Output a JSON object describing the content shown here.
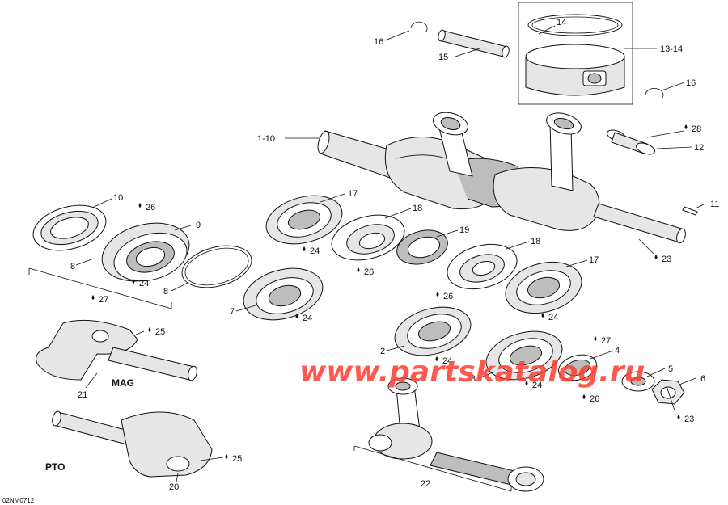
{
  "labels": {
    "l1_10": "1-10",
    "l2": "2",
    "l3": "3",
    "l4": "4",
    "l5": "5",
    "l6": "6",
    "l7": "7",
    "l8a": "8",
    "l8b": "8",
    "l9": "9",
    "l10": "10",
    "l11": "11",
    "l12": "12",
    "l13_14": "13-14",
    "l14": "14",
    "l15": "15",
    "l16a": "16",
    "l16b": "16",
    "l17a": "17",
    "l17b": "17",
    "l18a": "18",
    "l18b": "18",
    "l19": "19",
    "l20": "20",
    "l21": "21",
    "l22": "22",
    "l23a": "23",
    "l23b": "23",
    "l24a": "24",
    "l24b": "24",
    "l24c": "24",
    "l24d": "24",
    "l24e": "24",
    "l24f": "24",
    "l25a": "25",
    "l25b": "25",
    "l26a": "26",
    "l26b": "26",
    "l26c": "26",
    "l26d": "26",
    "l27a": "27",
    "l27b": "27",
    "l28": "28"
  },
  "side_labels": {
    "mag": "MAG",
    "pto": "PTO"
  },
  "reference_code": "02NM0712",
  "watermark": "www.partskatalog.ru",
  "colors": {
    "watermark": "#ff3b30",
    "line": "#111111"
  }
}
